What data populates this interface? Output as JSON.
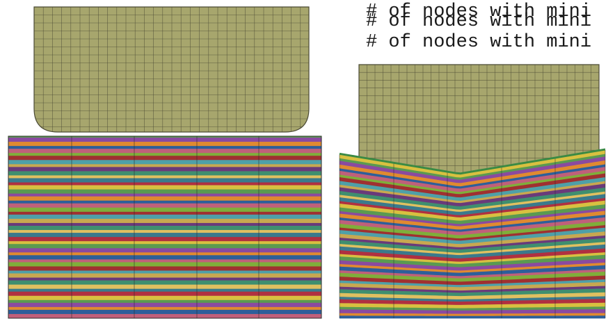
{
  "console": {
    "lines": [
      "# of nodes with mini",
      "# of nodes with mini",
      "# of nodes with mini"
    ]
  },
  "colors": {
    "tool_fill": "#a7a66d",
    "tool_mesh_line": "#4b4a35",
    "mesh_line": "#2c2c2c",
    "layer_palette": [
      "#3a7a8c",
      "#b03040",
      "#d8c040",
      "#5a9a50",
      "#8a4aa0",
      "#e08a30",
      "#2d5f9a",
      "#c0607a",
      "#7fae3a",
      "#a03030",
      "#4fa0a8",
      "#c8a850",
      "#6a3a7a",
      "#3f8f6f",
      "#e0c060"
    ]
  },
  "panels": [
    {
      "state": "undeformed",
      "contact": "none"
    },
    {
      "state": "deformed",
      "contact": "indented"
    }
  ]
}
